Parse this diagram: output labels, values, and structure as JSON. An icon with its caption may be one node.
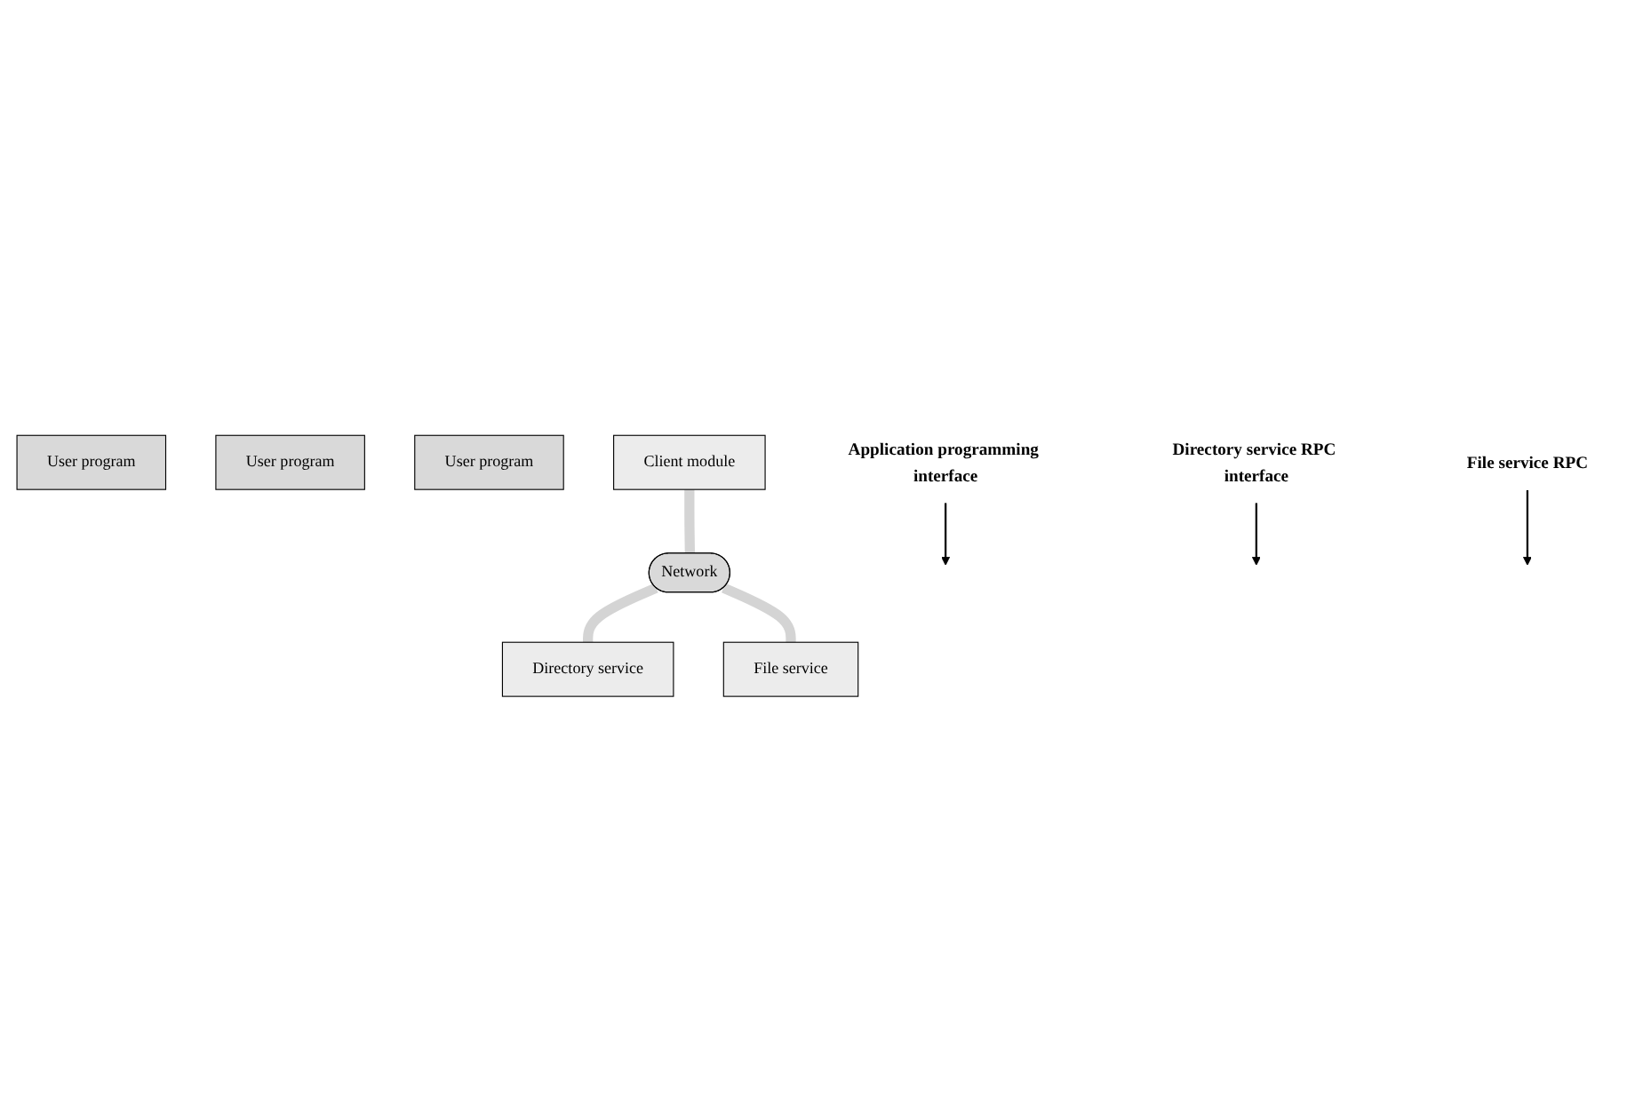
{
  "diagram": {
    "nodes": [
      {
        "text": [
          "User program"
        ]
      },
      {
        "text": [
          "User program"
        ]
      },
      {
        "text": [
          "User program"
        ]
      },
      {
        "text": [
          "Client module"
        ]
      },
      {
        "text": [
          "Network"
        ]
      },
      {
        "text": [
          "Directory service"
        ]
      },
      {
        "text": [
          "File service"
        ]
      },
      {
        "text": [
          "Application programming interface"
        ]
      },
      {
        "text": [
          "Directory service RPC interface"
        ]
      },
      {
        "text": [
          "File service RPC"
        ]
      }
    ],
    "edges": [
      {
        "from": 3,
        "to": 4,
        "arrow": "none",
        "style": "thick",
        "color": "#d4d4d4"
      },
      {
        "from": 4,
        "to": 5,
        "arrow": "none",
        "style": "thick",
        "color": "#d4d4d4"
      },
      {
        "from": 4,
        "to": 6,
        "arrow": "none",
        "style": "thick",
        "color": "#d4d4d4"
      },
      {
        "from": 7,
        "to": null,
        "arrow": "to",
        "color": "#000000"
      },
      {
        "from": 8,
        "to": null,
        "arrow": "to",
        "color": "#000000"
      },
      {
        "from": 9,
        "to": null,
        "arrow": "to",
        "color": "#000000"
      }
    ]
  }
}
